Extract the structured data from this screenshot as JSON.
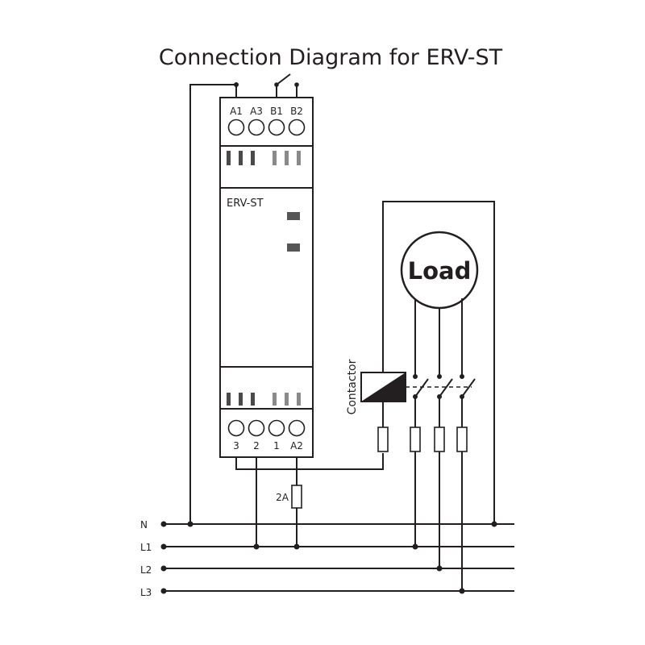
{
  "title": "Connection Diagram for ERV-ST",
  "device": {
    "name": "ERV-ST",
    "top_terminals": [
      "A1",
      "A3",
      "B1",
      "B2"
    ],
    "bottom_terminals": [
      "3",
      "2",
      "1",
      "A2"
    ]
  },
  "load_label": "Load",
  "contactor_label": "Contactor",
  "fuse_label": "2A",
  "lines": [
    "N",
    "L1",
    "L2",
    "L3"
  ],
  "colors": {
    "ink": "#231f20",
    "led": "#555555",
    "background": "#ffffff"
  }
}
